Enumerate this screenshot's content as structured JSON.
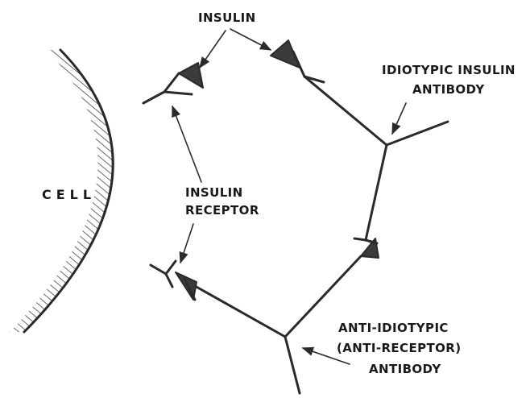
{
  "diagram": {
    "labels": {
      "insulin": "INSULIN",
      "idiotypic_line1": "IDIOTYPIC INSULIN",
      "idiotypic_line2": "ANTIBODY",
      "cell": "CELL",
      "receptor_line1": "INSULIN",
      "receptor_line2": "RECEPTOR",
      "anti_line1": "ANTI-IDIOTYPIC",
      "anti_line2": "(ANTI-RECEPTOR)",
      "anti_line3": "ANTIBODY"
    },
    "colors": {
      "ink": "#2a2a2a",
      "background": "#ffffff"
    }
  }
}
